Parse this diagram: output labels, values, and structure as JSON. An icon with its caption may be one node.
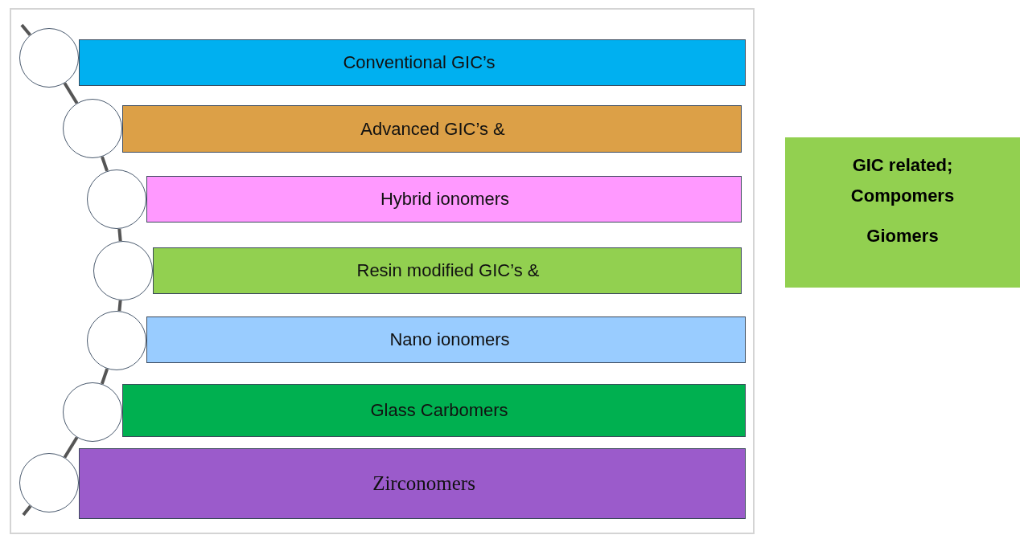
{
  "diagram": {
    "nodes": [
      {
        "text": [
          "Conventional GIC’s"
        ]
      },
      {
        "text": [
          "Advanced GIC’s &"
        ]
      },
      {
        "text": [
          "Hybrid ionomers"
        ]
      },
      {
        "text": [
          "Resin modified GIC’s  &"
        ]
      },
      {
        "text": [
          "Nano ionomers"
        ]
      },
      {
        "text": [
          "Glass Carbomers"
        ]
      },
      {
        "text": [
          "Zirconomers"
        ]
      },
      {
        "text": [],
        "shape": "circle"
      },
      {
        "text": [],
        "shape": "circle"
      },
      {
        "text": [],
        "shape": "circle"
      },
      {
        "text": [],
        "shape": "circle"
      },
      {
        "text": [],
        "shape": "circle"
      },
      {
        "text": [],
        "shape": "circle"
      },
      {
        "text": [],
        "shape": "circle"
      },
      {
        "text": [
          "GIC related; Compomers",
          "Giomers"
        ]
      }
    ],
    "edges": [
      {
        "from": 7,
        "to": 8,
        "arrow": "none"
      },
      {
        "from": 8,
        "to": 9,
        "arrow": "none"
      },
      {
        "from": 9,
        "to": 10,
        "arrow": "none"
      },
      {
        "from": 10,
        "to": 11,
        "arrow": "none"
      },
      {
        "from": 11,
        "to": 12,
        "arrow": "none"
      },
      {
        "from": 12,
        "to": 13,
        "arrow": "none"
      }
    ]
  }
}
